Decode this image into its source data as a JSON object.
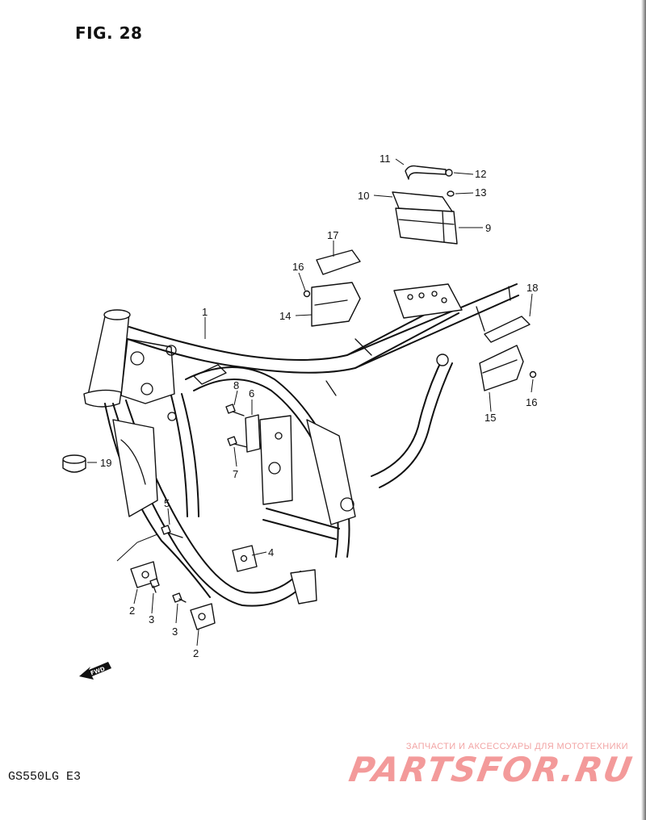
{
  "figure": {
    "title": "FIG. 28",
    "model_code": "GS550LG E3"
  },
  "callouts": {
    "c1": "1",
    "c2a": "2",
    "c2b": "2",
    "c3a": "3",
    "c3b": "3",
    "c4": "4",
    "c5": "5",
    "c6": "6",
    "c7": "7",
    "c8": "8",
    "c9": "9",
    "c10": "10",
    "c11": "11",
    "c12": "12",
    "c13": "13",
    "c14": "14",
    "c15": "15",
    "c16a": "16",
    "c16b": "16",
    "c17": "17",
    "c18": "18",
    "c19": "19"
  },
  "fwd_label": "FWD",
  "watermark": {
    "tagline": "ЗАПЧАСТИ И АКСЕССУАРЫ ДЛЯ МОТОТЕХНИКИ",
    "logo": "PARTSFOR.RU"
  }
}
